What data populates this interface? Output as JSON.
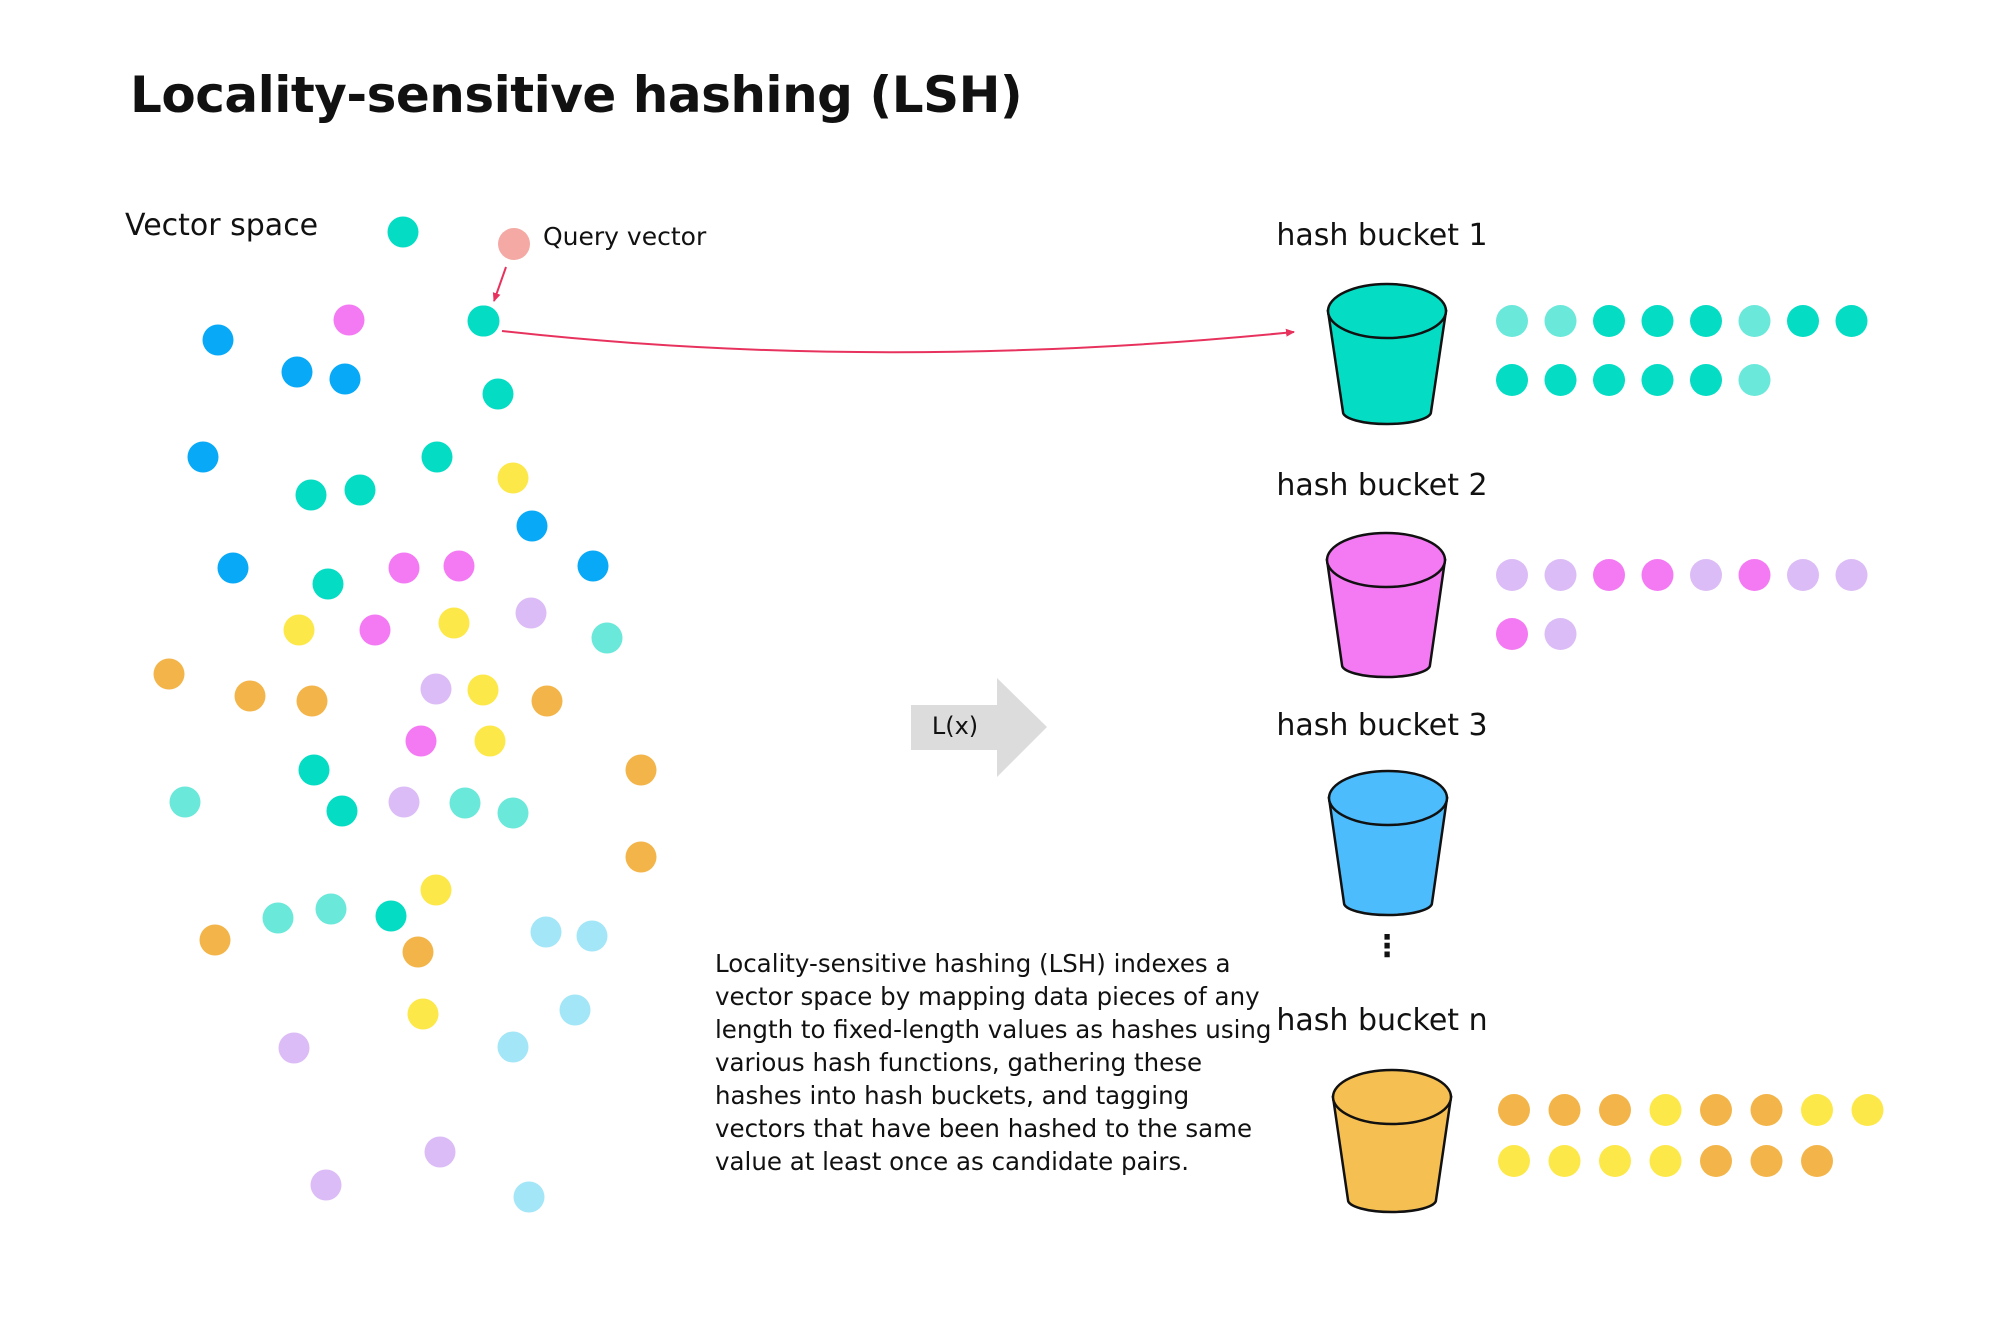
{
  "title": "Locality-sensitive hashing (LSH)",
  "vector_space_label": "Vector space",
  "query_vector_label": "Query vector",
  "transform_label": "L(x)",
  "description": "Locality-sensitive hashing (LSH) indexes a vector space by mapping data pieces of any length to fixed-length values as hashes using various hash functions, gathering these hashes into hash buckets, and tagging vectors that have been hashed to the same value at least once as candidate pairs.",
  "ellipsis": "⋮",
  "colors": {
    "teal": "#05dcc4",
    "teal_light": "#6ae8da",
    "magenta": "#f47af4",
    "lavender": "#dcbcf6",
    "blue": "#08a9f6",
    "blue_light": "#a3e6f7",
    "yellow": "#fde84a",
    "orange": "#f3b549",
    "query": "#f4a9a4",
    "query_arrow": "#e8325e",
    "bucket_1": "#05dcc4",
    "bucket_2": "#f47af4",
    "bucket_3": "#4cbcfc",
    "bucket_n": "#f5bf52",
    "transform_arrow": "#dcdcdc"
  },
  "buckets": [
    {
      "label": "hash bucket 1",
      "color_key": "bucket_1",
      "dots": [
        "teal_light",
        "teal_light",
        "teal",
        "teal",
        "teal",
        "teal_light",
        "teal",
        "teal",
        "teal",
        "teal",
        "teal",
        "teal",
        "teal",
        "teal_light"
      ]
    },
    {
      "label": "hash bucket 2",
      "color_key": "bucket_2",
      "dots": [
        "lavender",
        "lavender",
        "magenta",
        "magenta",
        "lavender",
        "magenta",
        "lavender",
        "lavender",
        "magenta",
        "lavender"
      ]
    },
    {
      "label": "hash bucket 3",
      "color_key": "bucket_3",
      "dots": []
    },
    {
      "label": "hash bucket n",
      "color_key": "bucket_n",
      "dots": [
        "orange",
        "orange",
        "orange",
        "yellow",
        "orange",
        "orange",
        "yellow",
        "yellow",
        "yellow",
        "yellow",
        "yellow",
        "yellow",
        "orange",
        "orange",
        "orange"
      ]
    }
  ],
  "vector_space_dots": [
    "teal",
    "teal",
    "magenta",
    "blue",
    "blue",
    "blue",
    "teal",
    "blue",
    "teal",
    "yellow",
    "teal",
    "teal",
    "blue",
    "blue",
    "teal",
    "magenta",
    "magenta",
    "blue",
    "yellow",
    "magenta",
    "yellow",
    "lavender",
    "teal_light",
    "orange",
    "orange",
    "orange",
    "lavender",
    "yellow",
    "orange",
    "magenta",
    "yellow",
    "teal",
    "teal_light",
    "teal",
    "lavender",
    "teal_light",
    "teal_light",
    "orange",
    "orange",
    "yellow",
    "teal_light",
    "teal_light",
    "teal",
    "orange",
    "orange",
    "blue_light",
    "blue_light",
    "yellow",
    "blue_light",
    "lavender",
    "blue_light",
    "lavender",
    "lavender",
    "blue_light"
  ]
}
